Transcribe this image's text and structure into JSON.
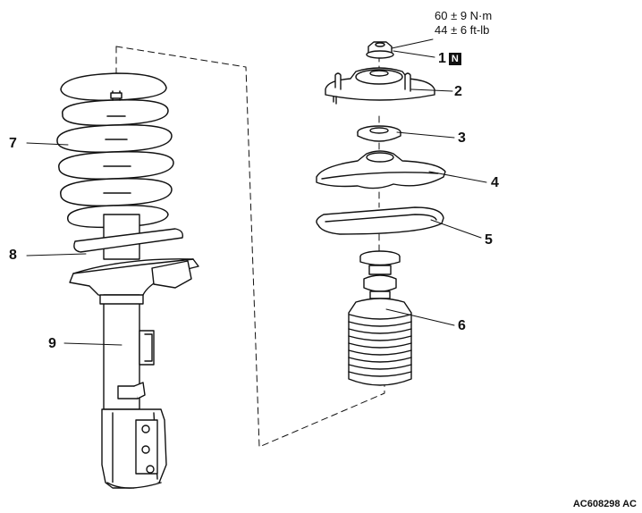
{
  "torque": {
    "line1": "60 ± 9 N·m",
    "line2": "44 ± 6 ft-lb"
  },
  "parts": [
    {
      "number": "1",
      "badge": "N"
    },
    {
      "number": "2"
    },
    {
      "number": "3"
    },
    {
      "number": "4"
    },
    {
      "number": "5"
    },
    {
      "number": "6"
    },
    {
      "number": "7"
    },
    {
      "number": "8"
    },
    {
      "number": "9"
    }
  ],
  "figure_code": "AC608298 AC"
}
